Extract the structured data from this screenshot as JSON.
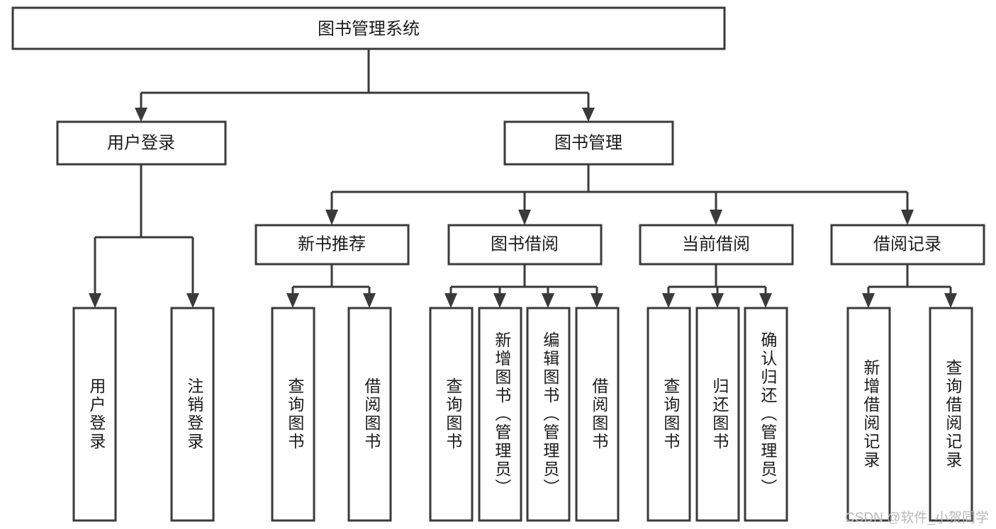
{
  "diagram": {
    "title": "图书管理系统",
    "type": "tree",
    "watermark": "CSDN @软件_小贺同学",
    "colors": {
      "stroke": "#3a3a3a",
      "fill": "#ffffff",
      "text": "#1b1b1b",
      "watermark": "#b9b9b9",
      "background": "#ffffff"
    },
    "levels": {
      "root": {
        "label": "图书管理系统"
      },
      "level2": [
        {
          "label": "用户登录"
        },
        {
          "label": "图书管理"
        }
      ],
      "level3": [
        {
          "label": "新书推荐"
        },
        {
          "label": "图书借阅"
        },
        {
          "label": "当前借阅"
        },
        {
          "label": "借阅记录"
        }
      ],
      "leaves": [
        {
          "label": "用户登录",
          "parent": "用户登录"
        },
        {
          "label": "注销登录",
          "parent": "用户登录"
        },
        {
          "label": "查询图书",
          "parent": "新书推荐"
        },
        {
          "label": "借阅图书",
          "parent": "新书推荐"
        },
        {
          "label": "查询图书",
          "parent": "图书借阅"
        },
        {
          "label": "新增图书（管理员）",
          "parent": "图书借阅"
        },
        {
          "label": "编辑图书（管理员）",
          "parent": "图书借阅"
        },
        {
          "label": "借阅图书",
          "parent": "图书借阅"
        },
        {
          "label": "查询图书",
          "parent": "当前借阅"
        },
        {
          "label": "归还图书",
          "parent": "当前借阅"
        },
        {
          "label": "确认归还（管理员）",
          "parent": "当前借阅"
        },
        {
          "label": "新增借阅记录",
          "parent": "借阅记录"
        },
        {
          "label": "查询借阅记录",
          "parent": "借阅记录"
        }
      ]
    }
  }
}
